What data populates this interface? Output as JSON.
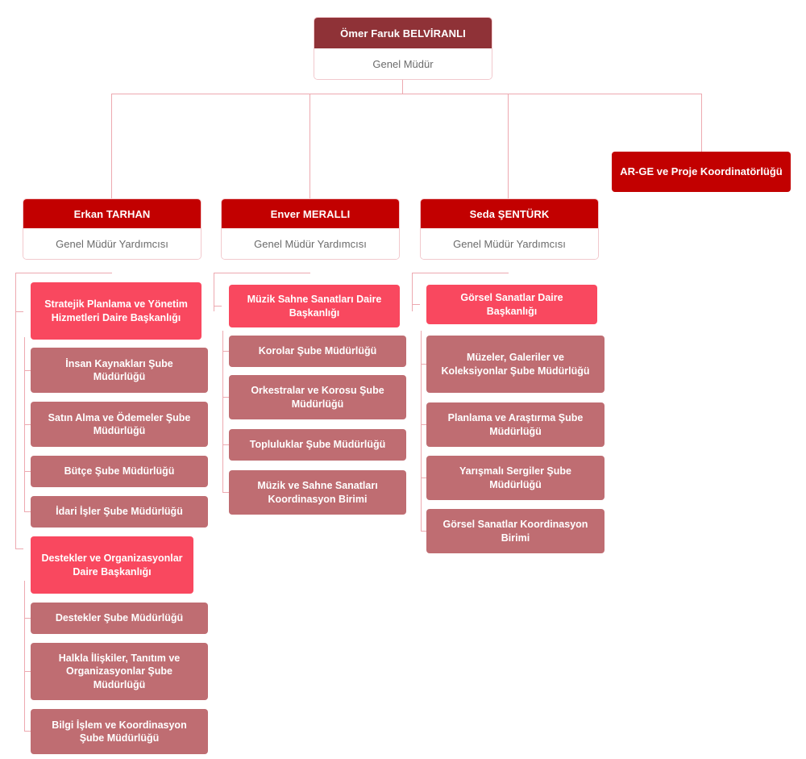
{
  "colors": {
    "root_header": "#8f3237",
    "vp_header": "#c20000",
    "coordination": "#c20000",
    "department": "#f9485f",
    "unit": "#bf6d72",
    "connector": "#eda9b0",
    "card_body_text": "#6b6b6b",
    "page_background": "#ffffff"
  },
  "root": {
    "name": "Ömer Faruk BELVİRANLI",
    "title": "Genel Müdür"
  },
  "coordination_office": {
    "label": "AR-GE ve Proje Koordinatörlüğü"
  },
  "branches": [
    {
      "person": "Erkan TARHAN",
      "title": "Genel Müdür Yardımcısı",
      "departments": [
        {
          "label": "Stratejik Planlama ve Yönetim Hizmetleri Daire Başkanlığı",
          "units": [
            "İnsan Kaynakları Şube Müdürlüğü",
            "Satın Alma ve Ödemeler Şube Müdürlüğü",
            "Bütçe Şube Müdürlüğü",
            "İdari İşler Şube Müdürlüğü"
          ]
        },
        {
          "label": "Destekler ve Organizasyonlar Daire Başkanlığı",
          "units": [
            "Destekler Şube Müdürlüğü",
            "Halkla İlişkiler, Tanıtım ve Organizasyonlar Şube Müdürlüğü",
            "Bilgi İşlem ve Koordinasyon Şube Müdürlüğü"
          ]
        }
      ]
    },
    {
      "person": "Enver MERALLI",
      "title": "Genel Müdür Yardımcısı",
      "departments": [
        {
          "label": "Müzik Sahne Sanatları Daire Başkanlığı",
          "units": [
            "Korolar Şube Müdürlüğü",
            "Orkestralar ve Korosu Şube Müdürlüğü",
            "Topluluklar Şube Müdürlüğü",
            "Müzik ve Sahne Sanatları Koordinasyon Birimi"
          ]
        }
      ]
    },
    {
      "person": "Seda ŞENTÜRK",
      "title": "Genel Müdür Yardımcısı",
      "departments": [
        {
          "label": "Görsel Sanatlar Daire Başkanlığı",
          "units": [
            "Müzeler, Galeriler ve Koleksiyonlar Şube Müdürlüğü",
            "Planlama ve Araştırma Şube Müdürlüğü",
            "Yarışmalı Sergiler Şube Müdürlüğü",
            "Görsel Sanatlar Koordinasyon Birimi"
          ]
        }
      ]
    }
  ]
}
